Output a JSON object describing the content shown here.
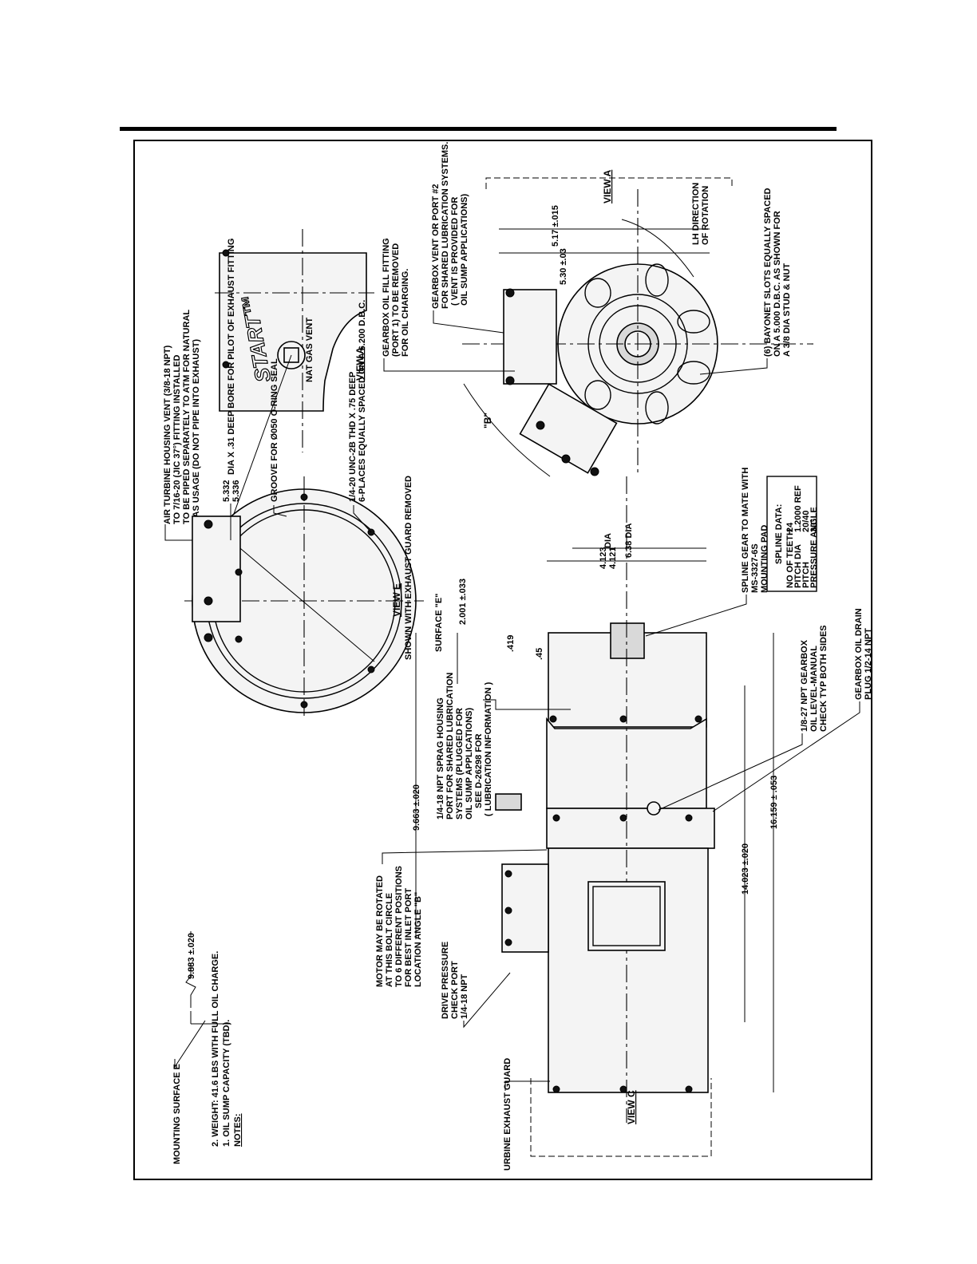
{
  "notes": {
    "heading": "NOTES:",
    "note1": "1. OIL SUMP CAPACITY (TBD).",
    "note2": "2. WEIGHT: 41.6 LBS WITH FULL OIL CHARGE."
  },
  "views": {
    "view_a_label": "VIEW A",
    "view_c_label": "VIEW C",
    "view_e_label": "VIEW E",
    "view_e_sub": "SHOWN WITH EXHAUST GUARD REMOVED"
  },
  "view_a": {
    "logo_text": "START™",
    "nat_gas_vent": "NAT GAS VENT",
    "air_vent_1": "AIR TURBINE HOUSING VENT (3/8-18 NPT)",
    "air_vent_2": "TO 7/16-20 (JIC 37°) FITTING INSTALLED",
    "air_vent_3": "TO BE PIPED SEPARATELY TO ATM FOR NATURAL",
    "air_vent_4": "GAS USAGE (DO NOT PIPE INTO EXHAUST)",
    "mounting_surface": "MOUNTING SURFACE E",
    "dim_9883": "9.883 ±.020"
  },
  "view_e": {
    "bore_dia_top": "5.332",
    "bore_dia_bot": "5.336",
    "bore_note": "DIA X .31 DEEP BORE FOR PILOT OF EXHAUST FITTING",
    "groove": "GROOVE FOR Ø050 O-RING SEAL",
    "thread_1": "1/4-20 UNC-2B THD X .75 DEEP",
    "thread_2": "6-PLACES EQUALLY SPACED ON A 6.200 D.B.C."
  },
  "side_view": {
    "turbine_guard": "URBINE EXHAUST GUARD",
    "drive_1": "DRIVE PRESSURE",
    "drive_2": "CHECK PORT",
    "drive_3": "1/4-18 NPT",
    "motor_1": "MOTOR MAY BE ROTATED",
    "motor_2": "AT THIS BOLT CIRCLE",
    "motor_3": "TO 6 DIFFERENT POSITIONS",
    "motor_4": "FOR BEST INLET PORT",
    "motor_5": "LOCATION ANGLE \"B\"",
    "sprag_1": "1/4-18 NPT SPRAG HOUSING",
    "sprag_2": "PORT FOR SHARED LUBRICATION",
    "sprag_3": "SYSTEMS (PLUGGED FOR",
    "sprag_4": "OIL SUMP APPLICATIONS)",
    "sprag_5": "SEE D-26298 FOR",
    "sprag_6": "( LUBRICATION INFORMATION )",
    "dim_9663": "9.663 ±.020",
    "surface_e": "SURFACE \"E\"",
    "dim_2001": "2.001 ±.033",
    "dim_419": ".419",
    "dim_45": ".45",
    "dim_14023": "14.023 ±.020",
    "dim_16159": "16.159 ± .053",
    "dim_4123": "4.123",
    "dim_4121": "4.121",
    "dia": "DIA",
    "dim_638": "6.38 DIA",
    "level_1": "1/8-27 NPT GEARBOX",
    "level_2": "OIL LEVEL-MANUAL",
    "level_3": "CHECK TYP BOTH SIDES",
    "drain_1": "GEARBOX OIL DRAIN",
    "drain_2": "PLUG 1/2-14 NPT"
  },
  "spline": {
    "mate_1": "SPLINE GEAR TO MATE WITH",
    "mate_2": "MS-3327-6S",
    "mate_3": "MOUNTING PAD",
    "title": "SPLINE DATA:",
    "rows": [
      {
        "label": "NO OF TEETH",
        "value": "24"
      },
      {
        "label": "PITCH DIA",
        "value": "1.2000 REF"
      },
      {
        "label": "PITCH",
        "value": "20/40"
      },
      {
        "label": "PRESSURE ANGLE",
        "value": "30°"
      }
    ]
  },
  "end_view": {
    "fill_1": "GEARBOX OIL FILL FITTING",
    "fill_2": "(PORT 1) TO BE REMOVED",
    "fill_3": "FOR OIL CHARGING.",
    "vent_1": "GEARBOX VENT OR PORT #2",
    "vent_2": "FOR SHARED LUBRICATION SYSTEMS.",
    "vent_3": "( VENT IS PROVIDED FOR",
    "vent_4": "OIL SUMP APPLICATIONS)",
    "dim_517": "5.17 ±.015",
    "dim_530": "5.30 ±.03",
    "angle_b": "\"B\"",
    "rotation_1": "LH DIRECTION",
    "rotation_2": "OF ROTATION",
    "bayonet_1": "(6) BAYONET SLOTS EQUALLY SPACED",
    "bayonet_2": "ON A 5.000 D.B.C. AS SHOWN FOR",
    "bayonet_3": "A 3/8 DIA STUD & NUT"
  }
}
